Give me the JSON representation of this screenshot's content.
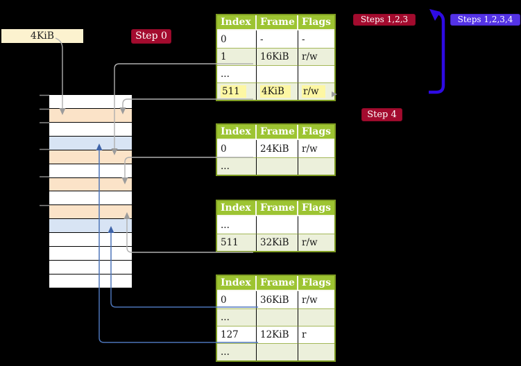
{
  "frame_size_label": "4KiB",
  "badges": {
    "step0": "Step 0",
    "steps_123": "Steps 1,2,3",
    "steps_1234": "Steps 1,2,3,4",
    "step4": "Step 4"
  },
  "table_headers": [
    "Index",
    "Frame",
    "Flags"
  ],
  "tables": [
    {
      "rows": [
        [
          "0",
          "-",
          "-"
        ],
        [
          "1",
          "16KiB",
          "r/w"
        ],
        [
          "...",
          "",
          ""
        ],
        [
          "511",
          "4KiB",
          "r/w"
        ]
      ],
      "highlighted_row": 3
    },
    {
      "rows": [
        [
          "0",
          "24KiB",
          "r/w"
        ],
        [
          "...",
          "",
          ""
        ]
      ]
    },
    {
      "rows": [
        [
          "...",
          "",
          ""
        ],
        [
          "511",
          "32KiB",
          "r/w"
        ]
      ]
    },
    {
      "rows": [
        [
          "0",
          "36KiB",
          "r/w"
        ],
        [
          "...",
          "",
          ""
        ],
        [
          "127",
          "12KiB",
          "r"
        ],
        [
          "...",
          "",
          ""
        ]
      ]
    }
  ],
  "memory_column": {
    "rows": [
      "white",
      "orange",
      "white",
      "blue",
      "orange",
      "white",
      "orange",
      "white",
      "orange",
      "blue",
      "white",
      "white",
      "white",
      "white"
    ]
  },
  "colors": {
    "background": "#000000",
    "table_header_green": "#9DC432",
    "table_border_olive": "#7E9C21",
    "table_row_shade": "#ECF0DB",
    "highlight_yellow": "#FDF7A3",
    "memory_white": "#FFFFFF",
    "memory_orange": "#FBE3C8",
    "memory_blue": "#D8E4F4",
    "badge_red": "#A30B2E",
    "badge_blue_violet": "#5433E6",
    "connector_gray": "#AFAFAF",
    "connector_blue": "#4C74B8",
    "loop_arrow_blue": "#2E0BE3",
    "frame_label_bg": "#FCF2CF"
  }
}
